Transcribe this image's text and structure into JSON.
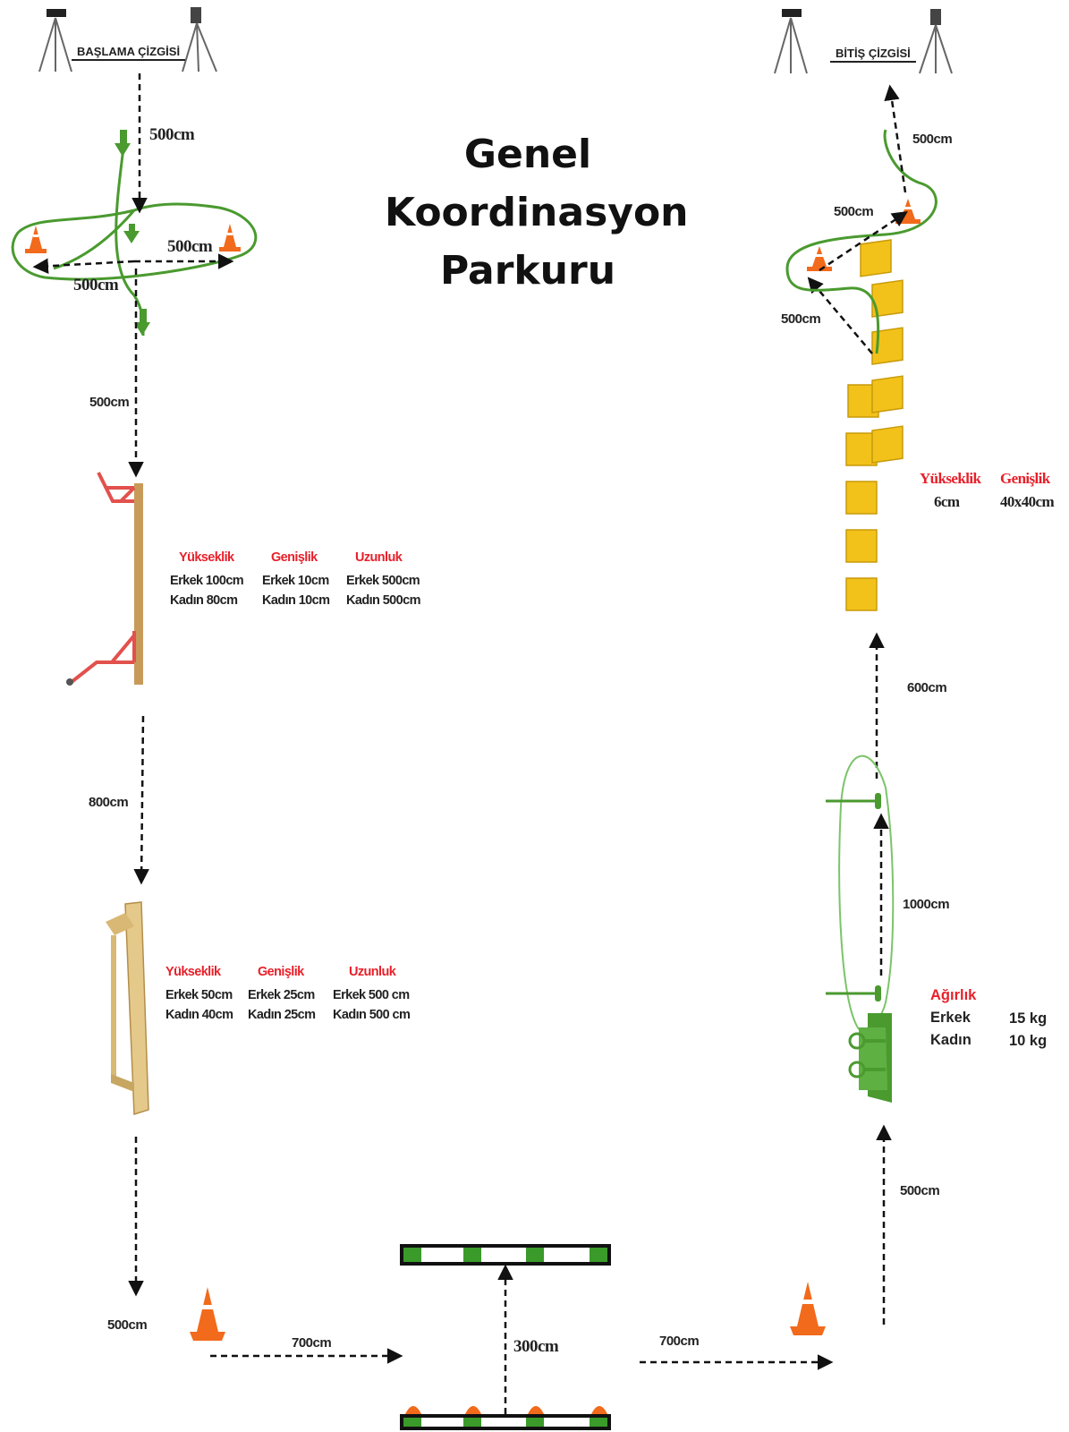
{
  "title": {
    "line1": "Genel",
    "line2": "Koordinasyon",
    "line3": "Parkuru"
  },
  "start_line": "BAŞLAMA ÇİZGİSİ",
  "finish_line": "BİTİŞ ÇİZGİSİ",
  "distances": {
    "start_to_slalom": "500cm",
    "slalom_right": "500cm",
    "slalom_left": "500cm",
    "slalom_to_hurdle": "500cm",
    "hurdle_to_beam": "800cm",
    "beam_to_cone": "500cm",
    "cone_to_ladder": "700cm",
    "ladder_span": "300cm",
    "ladder_to_cone": "700cm",
    "cone_to_sled": "500cm",
    "sled_track": "1000cm",
    "sled_to_tiles": "600cm",
    "zigzag_bottom": "500cm",
    "zigzag_middle": "500cm",
    "zigzag_top": "500cm"
  },
  "hurdle_spec": {
    "height_header": "Yükseklik",
    "width_header": "Genişlik",
    "length_header": "Uzunluk",
    "height_male": "Erkek 100cm",
    "height_female": "Kadın 80cm",
    "width_male": "Erkek 10cm",
    "width_female": "Kadın 10cm",
    "length_male": "Erkek 500cm",
    "length_female": "Kadın 500cm"
  },
  "beam_spec": {
    "height_header": "Yükseklik",
    "width_header": "Genişlik",
    "length_header": "Uzunluk",
    "height_male": "Erkek 50cm",
    "height_female": "Kadın 40cm",
    "width_male": "Erkek 25cm",
    "width_female": "Kadın 25cm",
    "length_male": "Erkek 500 cm",
    "length_female": "Kadın 500 cm"
  },
  "tile_spec": {
    "height_header": "Yükseklik",
    "width_header": "Genişlik",
    "height_value": "6cm",
    "width_value": "40x40cm"
  },
  "sled_spec": {
    "weight_header": "Ağırlık",
    "male_label": "Erkek",
    "male_value": "15 kg",
    "female_label": "Kadın",
    "female_value": "10 kg"
  },
  "colors": {
    "path_green": "#4a9a2f",
    "light_green": "#7cc46a",
    "cone_orange": "#f26a1b",
    "hurdle_red": "#e2514d",
    "wood": "#c89a5a",
    "beam_wood": "#e4c98a",
    "tile_yellow": "#f3c21a",
    "spec_red": "#e8202a",
    "arrow": "#111111"
  }
}
